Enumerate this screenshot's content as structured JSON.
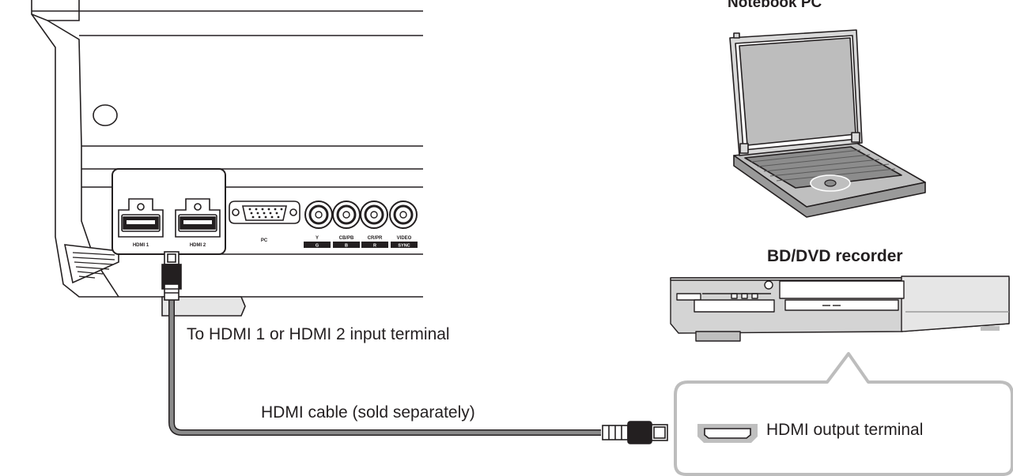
{
  "devices": {
    "notebook_title": "Notebook PC",
    "recorder_title": "BD/DVD recorder"
  },
  "projector": {
    "jacks": {
      "hdmi1": "HDMI 1",
      "hdmi2": "HDMI 2",
      "pc": "PC",
      "y": "Y",
      "cb": "CB/PB",
      "cr": "CR/PR",
      "video": "VIDEO",
      "g": "G",
      "b": "B",
      "r": "R",
      "sync": "SYNC"
    }
  },
  "labels": {
    "input_terminal": "To HDMI  1 or HDMI  2 input terminal",
    "cable": "HDMI cable (sold separately)",
    "output_terminal": "HDMI output terminal"
  }
}
